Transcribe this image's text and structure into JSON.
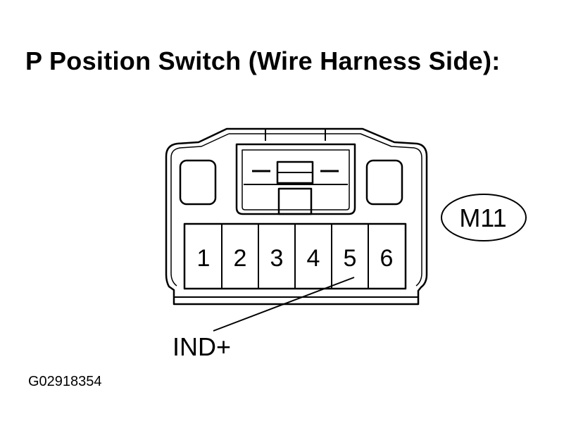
{
  "title": "P Position Switch (Wire Harness Side):",
  "connector": {
    "code": "M11",
    "pins": [
      "1",
      "2",
      "3",
      "4",
      "5",
      "6"
    ],
    "callout": {
      "pin": "5",
      "label": "IND+"
    }
  },
  "figure_code": "G02918354"
}
